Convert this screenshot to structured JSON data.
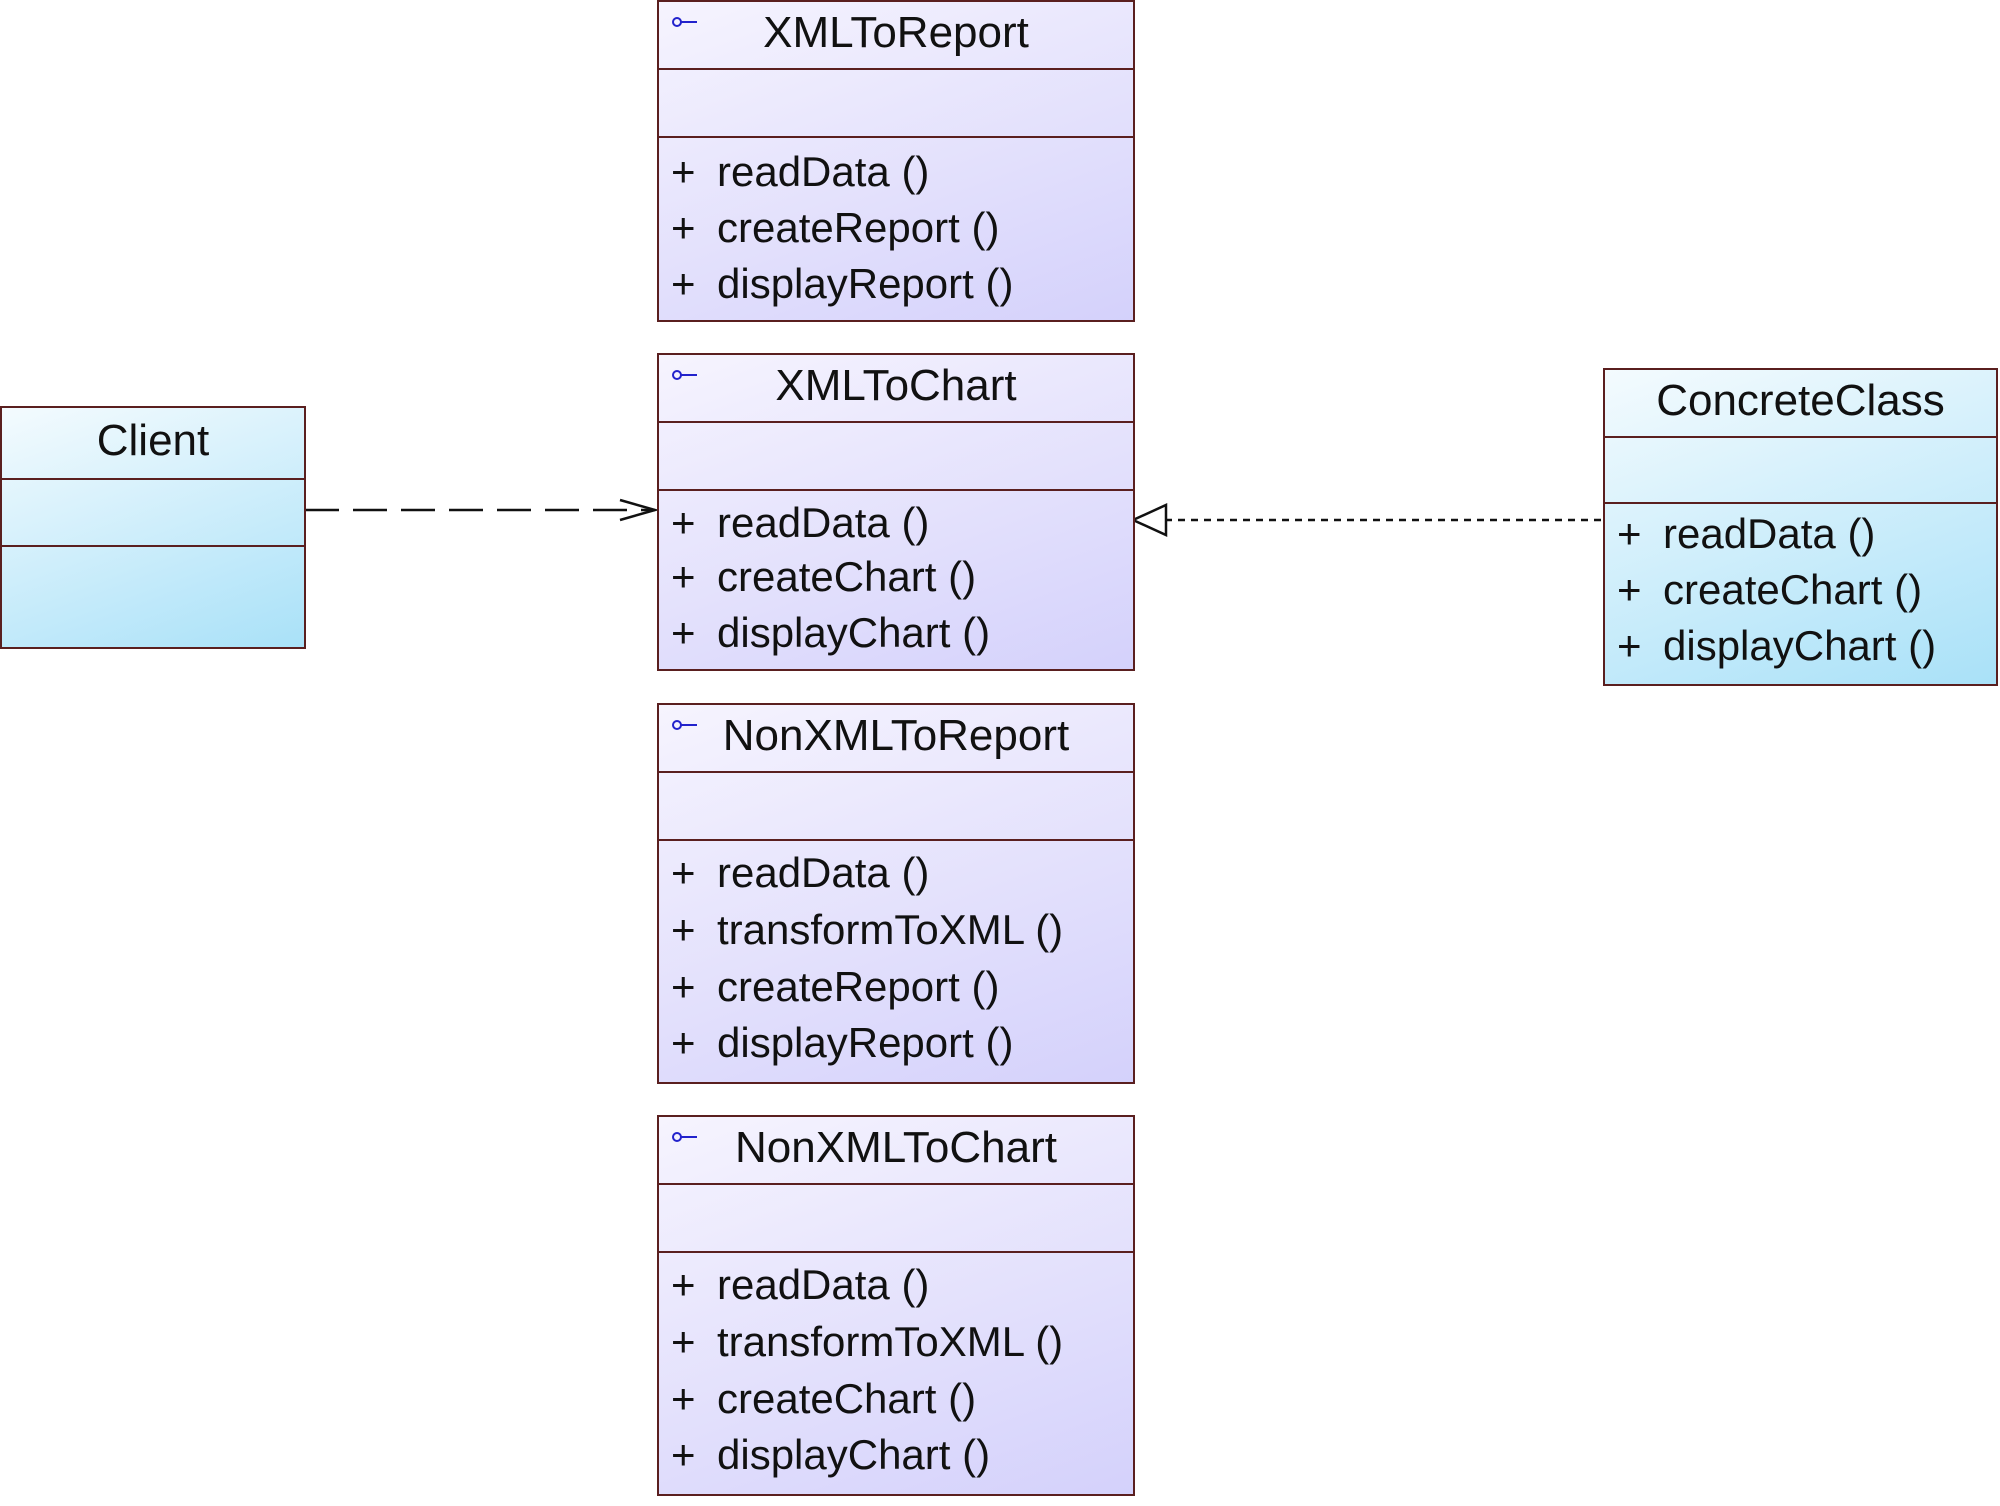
{
  "classes": {
    "client": {
      "name": "Client",
      "operations": []
    },
    "xml_to_report": {
      "name": "XMLToReport",
      "operations": [
        {
          "vis": "+",
          "sig": "readData ()"
        },
        {
          "vis": "+",
          "sig": "createReport ()"
        },
        {
          "vis": "+",
          "sig": "displayReport ()"
        }
      ]
    },
    "xml_to_chart": {
      "name": "XMLToChart",
      "operations": [
        {
          "vis": "+",
          "sig": "readData ()"
        },
        {
          "vis": "+",
          "sig": "createChart ()"
        },
        {
          "vis": "+",
          "sig": "displayChart ()"
        }
      ]
    },
    "non_xml_to_report": {
      "name": "NonXMLToReport",
      "operations": [
        {
          "vis": "+",
          "sig": "readData ()"
        },
        {
          "vis": "+",
          "sig": "transformToXML ()"
        },
        {
          "vis": "+",
          "sig": "createReport ()"
        },
        {
          "vis": "+",
          "sig": "displayReport ()"
        }
      ]
    },
    "non_xml_to_chart": {
      "name": "NonXMLToChart",
      "operations": [
        {
          "vis": "+",
          "sig": "readData ()"
        },
        {
          "vis": "+",
          "sig": "transformToXML ()"
        },
        {
          "vis": "+",
          "sig": "createChart ()"
        },
        {
          "vis": "+",
          "sig": "displayChart ()"
        }
      ]
    },
    "concrete_class": {
      "name": "ConcreteClass",
      "operations": [
        {
          "vis": "+",
          "sig": "readData ()"
        },
        {
          "vis": "+",
          "sig": "createChart ()"
        },
        {
          "vis": "+",
          "sig": "displayChart ()"
        }
      ]
    }
  },
  "relations": [
    {
      "type": "dependency",
      "from": "Client",
      "to": "XMLToChart"
    },
    {
      "type": "realization",
      "from": "ConcreteClass",
      "to": "XMLToChart"
    }
  ],
  "colors": {
    "border": "#5a1f1f",
    "interface_fill_top": "#f6f4fe",
    "interface_fill_bottom": "#d4d1fb",
    "concrete_fill_top": "#f4fbfe",
    "concrete_fill_bottom": "#a9e1f8",
    "interface_glyph": "#2222cc"
  }
}
